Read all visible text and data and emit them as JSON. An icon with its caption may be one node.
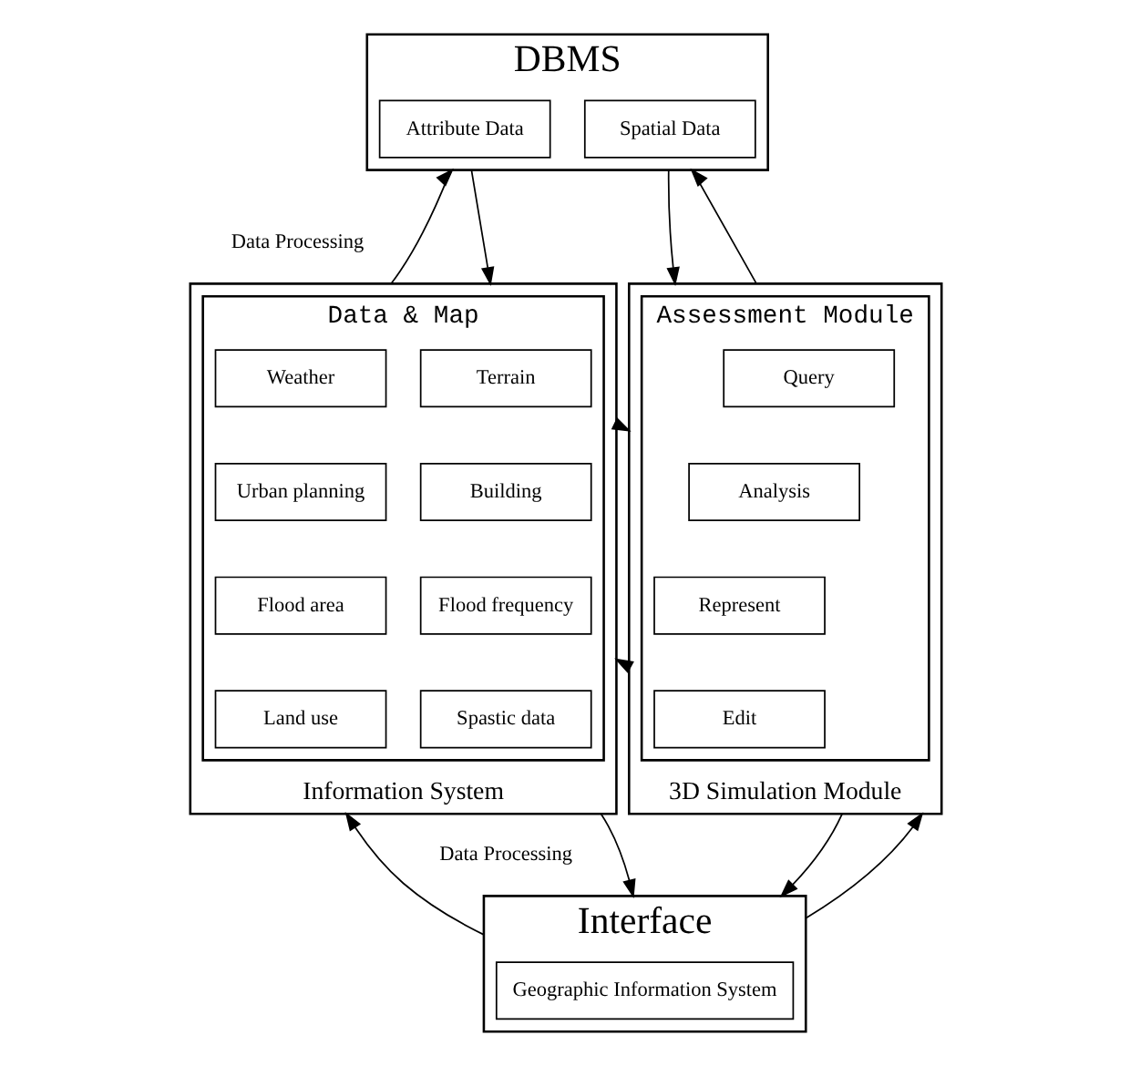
{
  "diagram": {
    "nodes": [
      {
        "text": [
          "DBMS"
        ]
      },
      {
        "text": [
          "Attribute Data"
        ],
        "in": 0
      },
      {
        "text": [
          "Spatial Data"
        ],
        "in": 0
      },
      {
        "text": [
          "Information System"
        ]
      },
      {
        "text": [
          "Data & Map"
        ],
        "in": 3
      },
      {
        "text": [
          "Weather"
        ],
        "in": 4
      },
      {
        "text": [
          "Terrain"
        ],
        "in": 4
      },
      {
        "text": [
          "Urban planning"
        ],
        "in": 4
      },
      {
        "text": [
          "Building"
        ],
        "in": 4
      },
      {
        "text": [
          "Flood area"
        ],
        "in": 4
      },
      {
        "text": [
          "Flood frequency"
        ],
        "in": 4
      },
      {
        "text": [
          "Land use"
        ],
        "in": 4
      },
      {
        "text": [
          "Spastic data"
        ],
        "in": 4
      },
      {
        "text": [
          "3D Simulation Module"
        ]
      },
      {
        "text": [
          "Assessment Module"
        ],
        "in": 13
      },
      {
        "text": [
          "Query"
        ],
        "in": 14
      },
      {
        "text": [
          "Analysis"
        ],
        "in": 14
      },
      {
        "text": [
          "Represent"
        ],
        "in": 14
      },
      {
        "text": [
          "Edit"
        ],
        "in": 14
      },
      {
        "text": [
          "Interface"
        ]
      },
      {
        "text": [
          "Geographic Information System"
        ],
        "in": 19
      }
    ],
    "edges": [
      {
        "from": 3,
        "to": 0,
        "arrow": "to"
      },
      {
        "from": 0,
        "to": 3,
        "arrow": "to"
      },
      {
        "from": 0,
        "to": 13,
        "arrow": "to"
      },
      {
        "from": 13,
        "to": 0,
        "arrow": "to"
      },
      {
        "from": 3,
        "to": 13,
        "arrow": "to"
      },
      {
        "from": 13,
        "to": 3,
        "arrow": "to"
      },
      {
        "from": 19,
        "to": 3,
        "arrow": "to"
      },
      {
        "from": 3,
        "to": 19,
        "arrow": "to"
      },
      {
        "from": 13,
        "to": 19,
        "arrow": "to"
      },
      {
        "from": 19,
        "to": 13,
        "arrow": "to"
      }
    ],
    "labels": [
      "Data Processing",
      "Data Processing"
    ]
  }
}
